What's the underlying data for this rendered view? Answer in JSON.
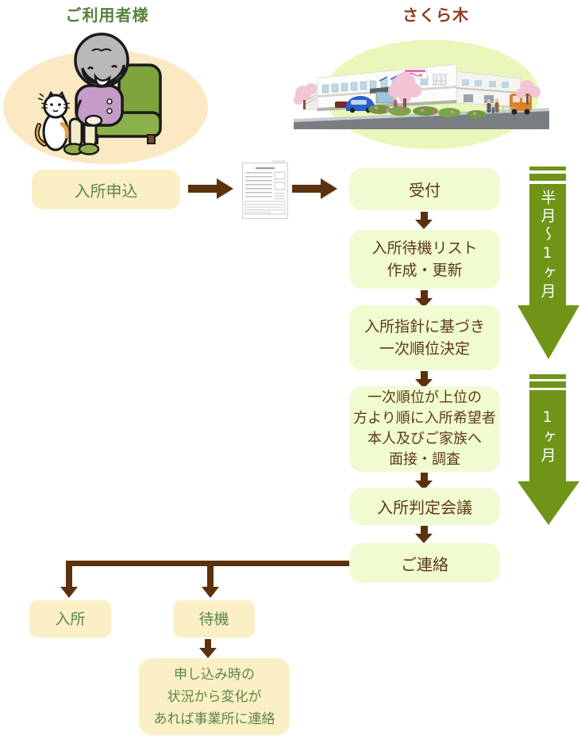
{
  "header": {
    "client": "ご利用者様",
    "facility": "さくら木"
  },
  "flow": {
    "application": "入所申込",
    "steps": {
      "reception": "受付",
      "waiting_list": "入所待機リスト\n作成・更新",
      "priority": "入所指針に基づき\n一次順位決定",
      "interview": "一次順位が上位の\n方より順に入所希望者\n本人及びご家族へ\n面接・調査",
      "meeting": "入所判定会議",
      "contact": "ご連絡"
    },
    "outcomes": {
      "admission": "入所",
      "standby": "待機",
      "standby_note": "申し込み時の\n状況から変化が\nあれば事業所に連絡"
    }
  },
  "durations": {
    "first": "半月～1ヶ月",
    "second": "1ヶ月"
  },
  "icons": {
    "left_illustration": "elderly-woman-with-cat-illustration",
    "right_illustration": "facility-building-illustration",
    "document": "application-form-icon",
    "right_arrow": "arrow-right-icon",
    "down_arrow": "arrow-down-icon",
    "duration_arrow": "duration-arrow-down"
  },
  "colors": {
    "cream_box_bg": "#fbf0c5",
    "green_box_bg": "#f0fbd2",
    "box_text_green": "#5d8549",
    "box_text_brown": "#5e3a12",
    "arrow_brown": "#5c320c",
    "banner_green": "#6f9418",
    "banner_text": "#ffffff",
    "heading_green": "#55823c",
    "heading_brown": "#8e3b1a",
    "ellipse_left_bg": "#fbe9c4",
    "ellipse_right_bg": "#e9f7ba"
  }
}
